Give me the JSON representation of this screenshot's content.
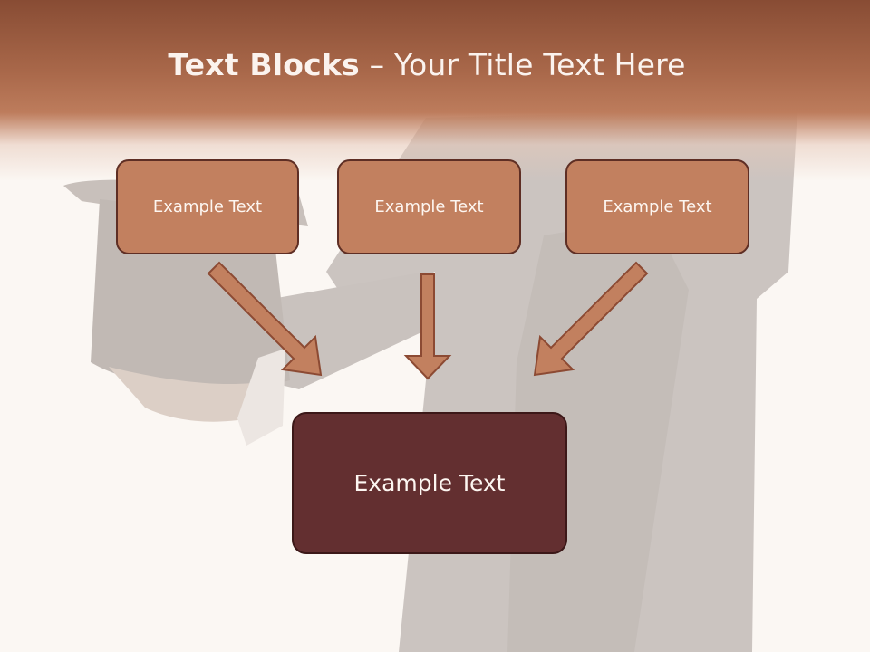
{
  "slide": {
    "title_bold": "Text Blocks",
    "title_dash": " – ",
    "title_rest": "Your Title Text Here"
  },
  "boxes": {
    "top_left": "Example Text",
    "top_center": "Example Text",
    "top_right": "Example Text",
    "main": "Example Text"
  },
  "colors": {
    "header": "#a9684a",
    "box_fill": "#c2805f",
    "box_border": "#5e2e24",
    "main_fill": "#632f30",
    "arrow_fill": "#c2805f"
  }
}
